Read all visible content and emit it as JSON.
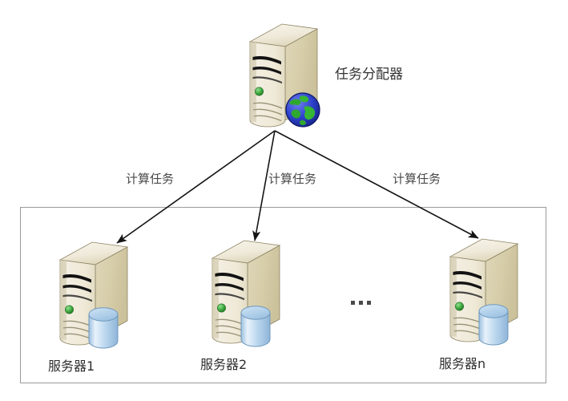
{
  "diagram": {
    "title_node": {
      "label": "任务分配器",
      "icon": "globe-icon"
    },
    "edges": [
      {
        "label": "计算任务"
      },
      {
        "label": "计算任务"
      },
      {
        "label": "计算任务"
      }
    ],
    "cluster": {
      "border_color": "#999999",
      "ellipsis": "···",
      "nodes": [
        {
          "label": "服务器1",
          "icon": "database-cylinder-icon"
        },
        {
          "label": "服务器2",
          "icon": "database-cylinder-icon"
        },
        {
          "label": "服务器n",
          "icon": "database-cylinder-icon"
        }
      ]
    },
    "colors": {
      "server_front": "#efeada",
      "server_side": "#d4cba8",
      "server_top": "#f3efe2",
      "led_green": "#3fa93f",
      "globe_blue": "#2b3fc9",
      "globe_green": "#2fa82f",
      "db_blue": "#a8cbe8",
      "arrow": "#1a1a1a"
    }
  }
}
